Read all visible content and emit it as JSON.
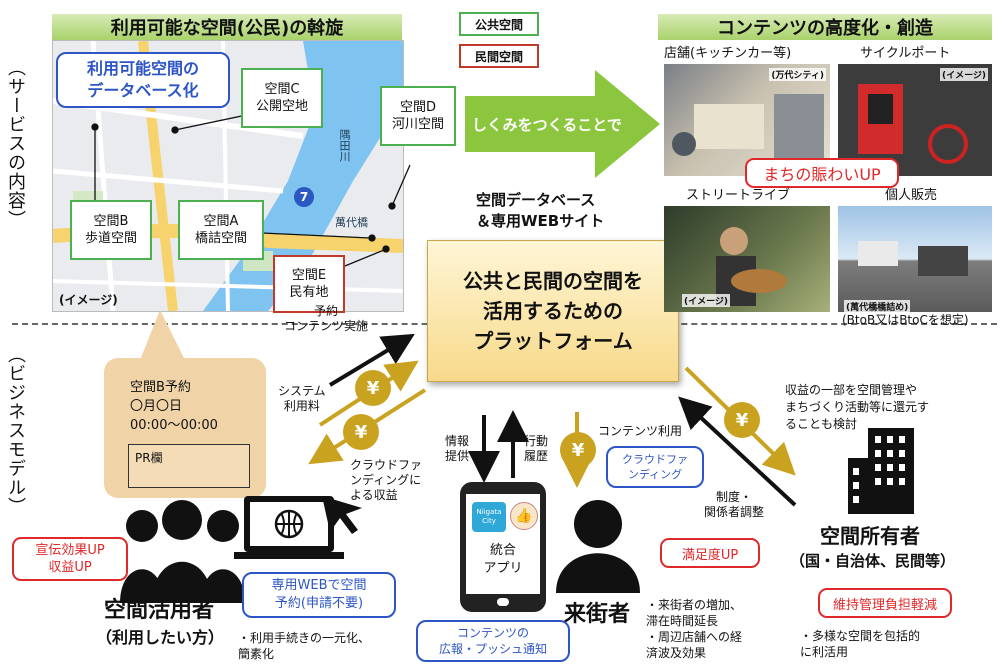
{
  "header": {
    "left_title": "利用可能な空間(公民)の斡旋",
    "right_title": "コンテンツの高度化・創造",
    "legend_public": "公共空間",
    "legend_private": "民間空間"
  },
  "side_labels": {
    "service": "（サービスの内容）",
    "business": "（ビジネスモデル）"
  },
  "map": {
    "db_label_line1": "利用可能空間の",
    "db_label_line2": "データベース化",
    "caption": "(イメージ)",
    "river_text": "隅田川",
    "bridge_text": "萬代橋",
    "route_badge": "7",
    "spaces": {
      "a": {
        "l1": "空間A",
        "l2": "橋詰空間"
      },
      "b": {
        "l1": "空間B",
        "l2": "歩道空間"
      },
      "c": {
        "l1": "空間C",
        "l2": "公開空地"
      },
      "d": {
        "l1": "空間D",
        "l2": "河川空間"
      },
      "e": {
        "l1": "空間E",
        "l2": "民有地"
      }
    }
  },
  "arrow_text": "しくみをつくることで",
  "db_site_line1": "空間データベース",
  "db_site_line2": "＆専用WEBサイト",
  "platform": {
    "l1": "公共と民間の空間を",
    "l2": "活用するための",
    "l3": "プラットフォーム"
  },
  "contents": {
    "shop_label": "店舗(キッチンカー等)",
    "cycle_label": "サイクルポート",
    "street_label": "ストリートライブ",
    "sales_label": "個人販売",
    "shop_tag": "(万代シティ)",
    "cycle_tag": "(イメージ)",
    "street_tag": "(イメージ)",
    "sales_tag": "(萬代橋橋詰め)",
    "btob_note": "(BtoB又はBtoCを想定)",
    "nigiwai": "まちの賑わいUP"
  },
  "booking": {
    "l1": "空間B予約",
    "l2": "〇月〇日",
    "l3": "00:00〜00:00",
    "pr": "PR欄"
  },
  "flows": {
    "reserve_l1": "予約",
    "reserve_l2": "コンテンツ実施",
    "system_l1": "システム",
    "system_l2": "利用料",
    "crowd_l1": "クラウドファ",
    "crowd_l2": "ンディングに",
    "crowd_l3": "よる収益",
    "info_l1": "情報",
    "info_l2": "提供",
    "action_l1": "行動",
    "action_l2": "履歴",
    "content_use": "コンテンツ利用",
    "crowd_box_l1": "クラウドファ",
    "crowd_box_l2": "ンディング",
    "return_l1": "収益の一部を空間管理や",
    "return_l2": "まちづくり活動等に還元す",
    "return_l3": "ることも検討",
    "adjust_l1": "制度・",
    "adjust_l2": "関係者調整",
    "yen": "¥"
  },
  "actors": {
    "user_title": "空間活用者",
    "user_sub": "（利用したい方）",
    "user_effect_l1": "宣伝効果UP",
    "user_effect_l2": "収益UP",
    "web_l1": "専用WEBで空間",
    "web_l2": "予約(申請不要)",
    "user_note_l1": "・利用手続きの一元化、",
    "user_note_l2": "簡素化",
    "app_l1": "統合",
    "app_l2": "アプリ",
    "app_brand": "Niigata City",
    "notify_l1": "コンテンツの",
    "notify_l2": "広報・プッシュ通知",
    "visitor_title": "来街者",
    "satisfaction": "満足度UP",
    "visitor_note_l1": "・来街者の増加、",
    "visitor_note_l2": "滞在時間延長",
    "visitor_note_l3": "・周辺店舗への経",
    "visitor_note_l4": "済波及効果",
    "owner_title": "空間所有者",
    "owner_sub": "（国・自治体、民間等）",
    "owner_effect": "維持管理負担軽減",
    "owner_note_l1": "・多様な空間を包括的",
    "owner_note_l2": "に利活用"
  },
  "colors": {
    "green_border": "#4caf50",
    "red_border": "#c0392b",
    "blue": "#2d55c6",
    "accent_red": "#e12828",
    "yen_gold": "#c9a21f",
    "arrow_green": "#8cc63f"
  }
}
